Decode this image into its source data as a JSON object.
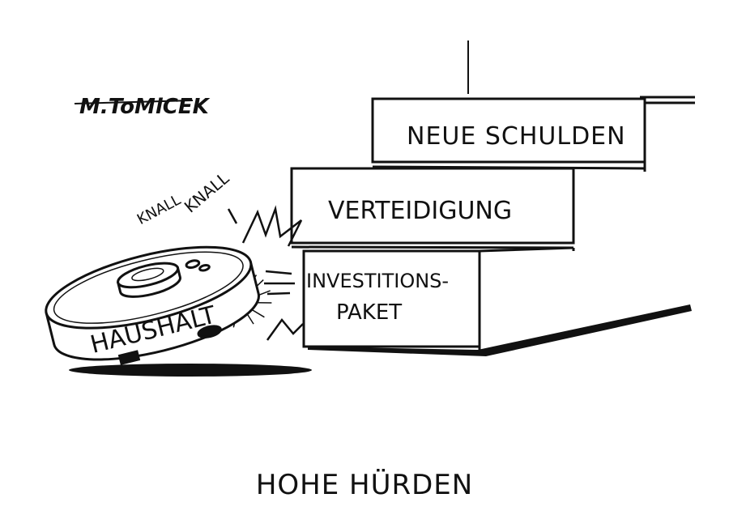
{
  "signature": "M.ToMiCEK",
  "caption": "HOHE HÜRDEN",
  "stairs": {
    "top": "NEUE SCHULDEN",
    "middle": "VERTEIDIGUNG",
    "bottom_line1": "INVESTITIONS-",
    "bottom_line2": "PAKET"
  },
  "robot": {
    "label": "HAUSHALT"
  },
  "sound": {
    "word1": "KNALL",
    "word2": "KNALL"
  },
  "colors": {
    "ink": "#111111",
    "paper": "#ffffff"
  }
}
